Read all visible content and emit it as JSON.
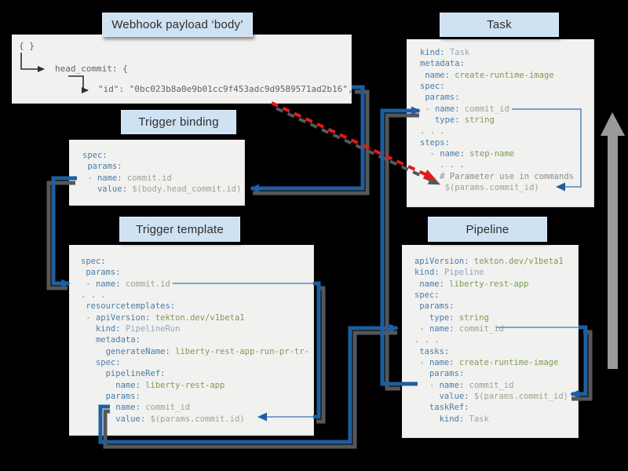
{
  "colors": {
    "background": "#000000",
    "box_bg": "#f1f1f0",
    "header_bg": "#cfe2f3",
    "key_blue": "#4a7ca8",
    "value_green": "#7d9b52",
    "connector_blue": "#1d5fa0",
    "connector_light_blue": "#6f97c2",
    "shadow_gray": "#575757",
    "alert_red": "#e31a1a",
    "flow_arrow_gray": "#9a9a9a"
  },
  "webhook": {
    "title": "Webhook payload ‘body’",
    "l1": "{ }",
    "l2": "head_commit: {",
    "l3": "\"id\": \"0bc023b8a0e9b01cc9f453adc9d9589571ad2b16\","
  },
  "task": {
    "title": "Task",
    "lines": [
      [
        [
          "kind:",
          "k"
        ],
        [
          " Task",
          "vb"
        ]
      ],
      [
        [
          "metadata:",
          "k"
        ]
      ],
      [
        [
          " name:",
          "k"
        ],
        [
          " create-runtime-image",
          "vg"
        ]
      ],
      [
        [
          "spec:",
          "k"
        ]
      ],
      [
        [
          " params:",
          "k"
        ]
      ],
      [
        [
          " - ",
          "g"
        ],
        [
          "name:",
          "k"
        ],
        [
          " commit_id",
          "vm"
        ]
      ],
      [
        [
          "   type:",
          "k"
        ],
        [
          " string",
          "vg"
        ]
      ],
      [
        [
          ". . .",
          "g"
        ]
      ],
      [
        [
          "steps:",
          "k"
        ]
      ],
      [
        [
          "  - ",
          "g"
        ],
        [
          "name:",
          "k"
        ],
        [
          " step-name",
          "vg"
        ]
      ],
      [
        [
          "    . . .",
          "g"
        ]
      ],
      [
        [
          "    # Parameter use in commands",
          "g"
        ]
      ],
      [
        [
          "     $(params.commit_id)",
          "vm"
        ]
      ]
    ]
  },
  "binding": {
    "title": "Trigger binding",
    "lines": [
      [
        [
          "spec:",
          "k"
        ]
      ],
      [
        [
          " params:",
          "k"
        ]
      ],
      [
        [
          " - ",
          "g"
        ],
        [
          "name:",
          "k"
        ],
        [
          " commit.id",
          "vm"
        ]
      ],
      [
        [
          "   value:",
          "k"
        ],
        [
          " $(body.head_commit.id)",
          "vm"
        ]
      ]
    ]
  },
  "template": {
    "title": "Trigger template",
    "lines": [
      [
        [
          "spec:",
          "k"
        ]
      ],
      [
        [
          " params:",
          "k"
        ]
      ],
      [
        [
          " - ",
          "g"
        ],
        [
          "name:",
          "k"
        ],
        [
          " commit.id",
          "vm"
        ]
      ],
      [
        [
          ". . .",
          "g"
        ]
      ],
      [
        [
          " resourcetemplates:",
          "k"
        ]
      ],
      [
        [
          " - ",
          "g"
        ],
        [
          "apiVersion:",
          "k"
        ],
        [
          " tekton.dev/v1beta1",
          "vg"
        ]
      ],
      [
        [
          "   kind:",
          "k"
        ],
        [
          " PipelineRun",
          "vb"
        ]
      ],
      [
        [
          "   metadata:",
          "k"
        ]
      ],
      [
        [
          "     generateName:",
          "k"
        ],
        [
          " liberty-rest-app-run-pr-tr-",
          "vg"
        ]
      ],
      [
        [
          "   spec:",
          "k"
        ]
      ],
      [
        [
          "     pipelineRef:",
          "k"
        ]
      ],
      [
        [
          "       name:",
          "k"
        ],
        [
          " liberty-rest-app",
          "vg"
        ]
      ],
      [
        [
          "     params:",
          "k"
        ]
      ],
      [
        [
          "     - ",
          "g"
        ],
        [
          "name:",
          "k"
        ],
        [
          " commit_id",
          "vm"
        ]
      ],
      [
        [
          "       value:",
          "k"
        ],
        [
          " $(params.commit.id)",
          "vm"
        ]
      ]
    ]
  },
  "pipeline": {
    "title": "Pipeline",
    "lines": [
      [
        [
          "apiVersion:",
          "k"
        ],
        [
          " tekton.dev/v1beta1",
          "vg"
        ]
      ],
      [
        [
          "kind:",
          "k"
        ],
        [
          " Pipeline",
          "vb"
        ]
      ],
      [
        [
          " name:",
          "k"
        ],
        [
          " liberty-rest-app",
          "vg"
        ]
      ],
      [
        [
          "spec:",
          "k"
        ]
      ],
      [
        [
          " params:",
          "k"
        ]
      ],
      [
        [
          "   type:",
          "k"
        ],
        [
          " string",
          "vg"
        ]
      ],
      [
        [
          " - ",
          "g"
        ],
        [
          "name:",
          "k"
        ],
        [
          " commit_id",
          "vm"
        ]
      ],
      [
        [
          ". . .",
          "g"
        ]
      ],
      [
        [
          " tasks:",
          "k"
        ]
      ],
      [
        [
          " - ",
          "g"
        ],
        [
          "name:",
          "k"
        ],
        [
          " create-runtime-image",
          "vg"
        ]
      ],
      [
        [
          "   params:",
          "k"
        ]
      ],
      [
        [
          "   - ",
          "g"
        ],
        [
          "name:",
          "k"
        ],
        [
          " commit_id",
          "vm"
        ]
      ],
      [
        [
          "     value:",
          "k"
        ],
        [
          " $(params.commit_id)",
          "vm"
        ]
      ],
      [
        [
          "   taskRef:",
          "k"
        ]
      ],
      [
        [
          "     kind:",
          "k"
        ],
        [
          " Task",
          "vb"
        ]
      ]
    ]
  }
}
